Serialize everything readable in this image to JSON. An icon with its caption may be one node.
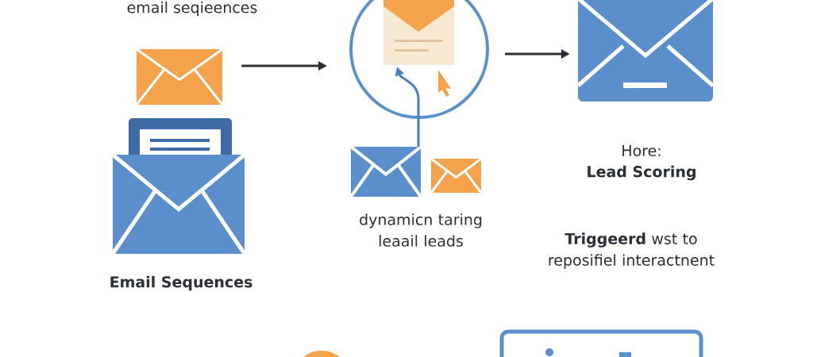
{
  "diagram": {
    "nodes": [
      {
        "text": [],
        "shape": "picture",
        "beside": [
          "Email Sequences"
        ]
      },
      {
        "text": [],
        "shape": "circle"
      },
      {
        "text": [],
        "shape": "picture",
        "in": 1
      },
      {
        "text": [],
        "shape": "picture",
        "beside": [
          "Hore:",
          "Lead Scoring"
        ]
      },
      {
        "text": [],
        "shape": "picture",
        "beside": [
          "dynamicn taring leaail leads"
        ]
      }
    ],
    "edges": [
      {
        "from": 0,
        "to": 1,
        "arrow": "to"
      },
      {
        "from": 1,
        "to": 3,
        "arrow": "to"
      },
      {
        "from": 4,
        "to": 2,
        "arrow": "to",
        "color": "#4a7fbf"
      }
    ],
    "labels": [
      "email seqieences",
      "**Triggeerd** wst to reposifiel interactnent"
    ]
  }
}
